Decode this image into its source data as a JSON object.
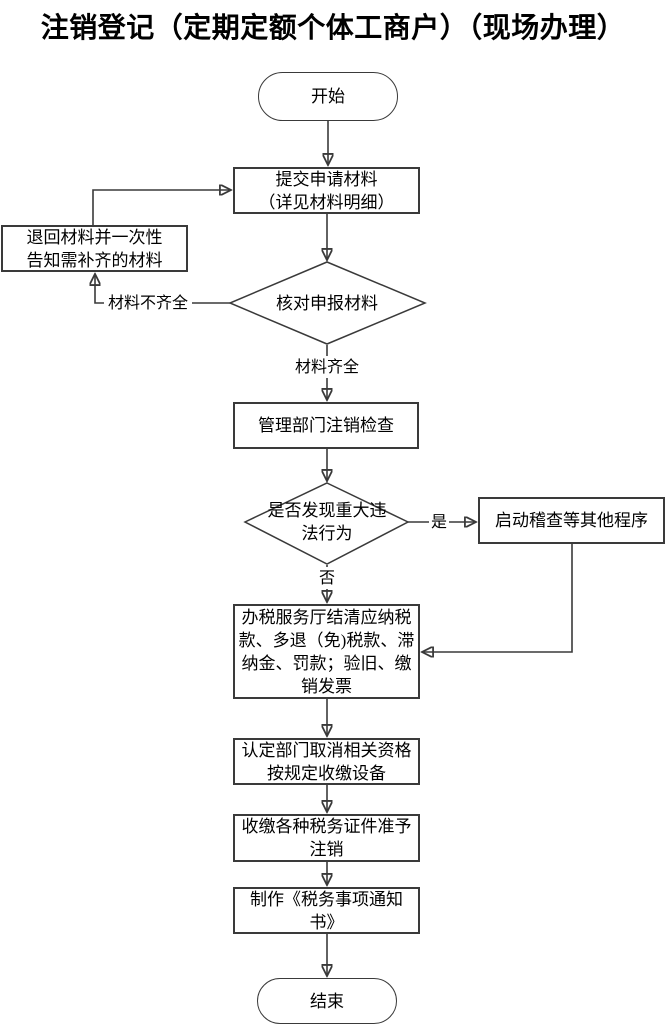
{
  "title": "注销登记（定期定额个体工商户）（现场办理）",
  "flowchart": {
    "start": "开始",
    "submit_materials": "提交申请材料\n（详见材料明细）",
    "return_materials": "退回材料并一次性\n告知需补齐的材料",
    "check_materials": "核对申报材料",
    "label_incomplete": "材料不齐全",
    "label_complete": "材料齐全",
    "dept_cancel_check": "管理部门注销检查",
    "violation_decision": "是否发现重大违\n法行为",
    "label_yes": "是",
    "label_no": "否",
    "start_inspection": "启动稽查等其他程序",
    "settle_taxes": "办税服务厅结清应纳税\n款、多退（免)税款、滞\n纳金、罚款；验旧、缴\n销发票",
    "cancel_qualifications": "认定部门取消相关资格\n按规定收缴设备",
    "collect_certificates": "收缴各种税务证件准予\n注销",
    "make_notice": "制作《税务事项通知\n书》",
    "end": "结束"
  },
  "colors": {
    "line": "#3a3a3a",
    "text": "#000000",
    "background": "#ffffff"
  }
}
